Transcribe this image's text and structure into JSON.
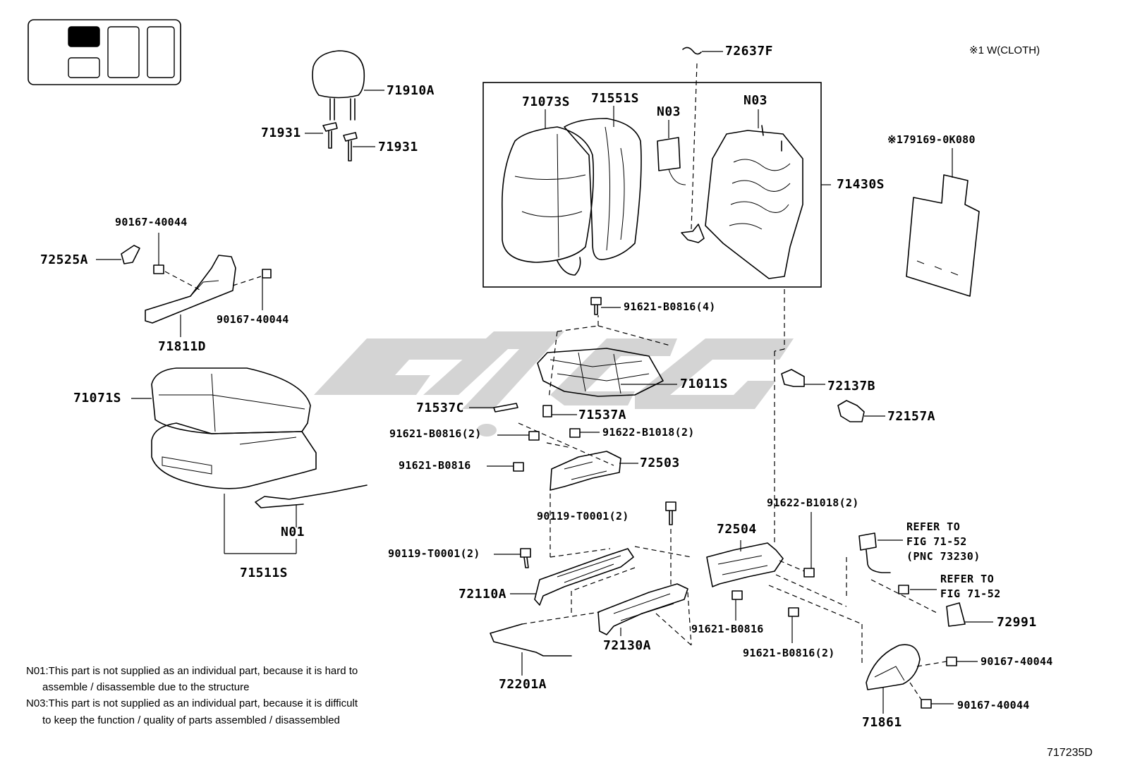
{
  "legend_box": {
    "cells": 4,
    "highlighted_cell": 1
  },
  "watermark": {
    "text": "كوفي"
  },
  "parts": {
    "p71910A": "71910A",
    "p71931a": "71931",
    "p71931b": "71931",
    "p90167a": "90167-40044",
    "p72525A": "72525A",
    "p90167b": "90167-40044",
    "p71811D": "71811D",
    "p71071S": "71071S",
    "pN01": "N01",
    "p71511S": "71511S",
    "p72637F": "72637F",
    "p71073S": "71073S",
    "p71551S": "71551S",
    "pN03a": "N03",
    "pN03b": "N03",
    "p71430S": "71430S",
    "p79169": "79169-0K080",
    "p91621_4": "91621-B0816(4)",
    "p71011S": "71011S",
    "p72137B": "72137B",
    "p72157A": "72157A",
    "p71537C": "71537C",
    "p71537A": "71537A",
    "p91621_2a": "91621-B0816(2)",
    "p91622_2a": "91622-B1018(2)",
    "p91621a": "91621-B0816",
    "p72503": "72503",
    "p90119_2a": "90119-T0001(2)",
    "p90119_2b": "90119-T0001(2)",
    "p91622_2b": "91622-B1018(2)",
    "p72504": "72504",
    "p72110A": "72110A",
    "p72130A": "72130A",
    "p91621b": "91621-B0816",
    "p91621_2b": "91621-B0816(2)",
    "p72201A": "72201A",
    "p72991": "72991",
    "p90167c": "90167-40044",
    "p90167d": "90167-40044",
    "p71861": "71861"
  },
  "refs": {
    "ref1_line1": "REFER TO",
    "ref1_line2": "FIG 71-52",
    "ref1_line3": "(PNC 73230)",
    "ref2_line1": "REFER TO",
    "ref2_line2": "FIG 71-52"
  },
  "footnote_marker": "※1",
  "cloth_note": "※1 W(CLOTH)",
  "notes": {
    "n01_line1": "N01:This part is not supplied as an individual part, because it is hard to",
    "n01_line2": "assemble / disassemble due to the structure",
    "n03_line1": "N03:This part is not supplied as an individual part, because it is difficult",
    "n03_line2": "to keep the function / quality of parts assembled / disassembled"
  },
  "figure_code": "717235D"
}
